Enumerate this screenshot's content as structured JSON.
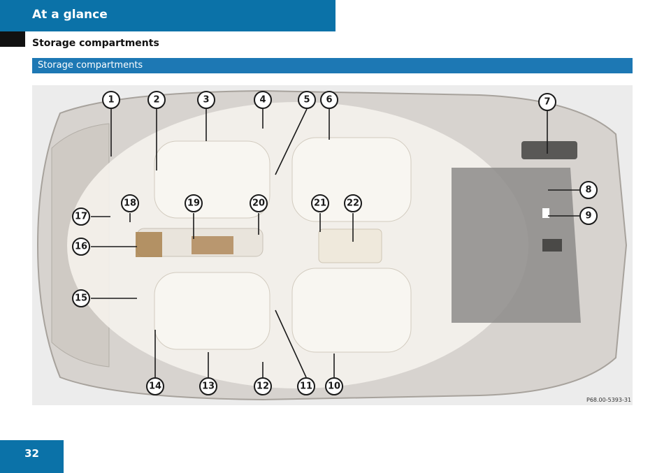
{
  "header": {
    "title": "At a glance"
  },
  "section": {
    "heading": "Storage compartments"
  },
  "banner": {
    "label": "Storage compartments"
  },
  "figure": {
    "code": "P68.00-5393-31",
    "callouts": [
      "1",
      "2",
      "3",
      "4",
      "5",
      "6",
      "7",
      "8",
      "9",
      "10",
      "11",
      "12",
      "13",
      "14",
      "15",
      "16",
      "17",
      "18",
      "19",
      "20",
      "21",
      "22"
    ]
  },
  "footer": {
    "page_number": "32"
  },
  "colors": {
    "accent": "#0b72a8",
    "banner": "#1d78b4",
    "tab": "#111111"
  }
}
